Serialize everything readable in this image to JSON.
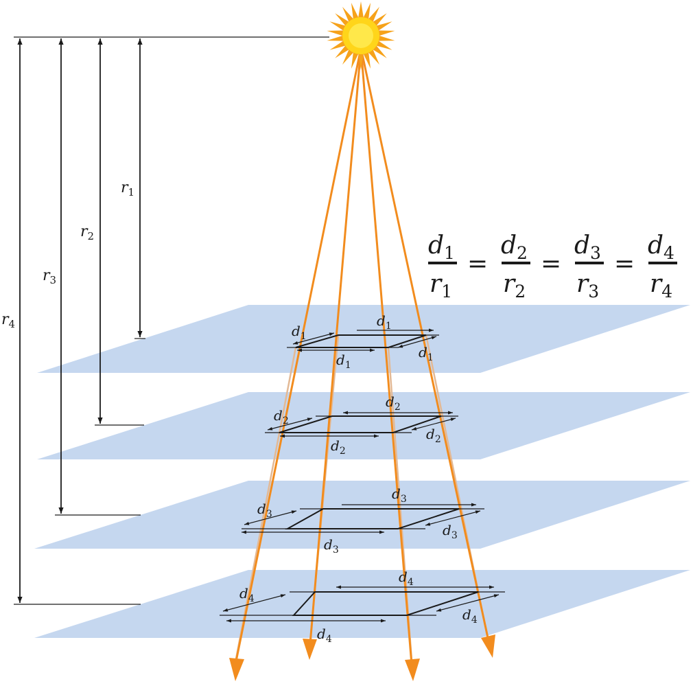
{
  "colors": {
    "plane": "#c5d7ef",
    "ray": "#f28c1e",
    "ray_faded": "#e3b995",
    "sun_outer": "#f6a21a",
    "sun_inner": "#ffe21a",
    "line": "#1a1a1a"
  },
  "icons": {
    "source": "sun-icon"
  },
  "distances": [
    {
      "var": "r",
      "sub": "1"
    },
    {
      "var": "r",
      "sub": "2"
    },
    {
      "var": "r",
      "sub": "3"
    },
    {
      "var": "r",
      "sub": "4"
    }
  ],
  "squares": [
    {
      "var": "d",
      "sub": "1"
    },
    {
      "var": "d",
      "sub": "2"
    },
    {
      "var": "d",
      "sub": "3"
    },
    {
      "var": "d",
      "sub": "4"
    }
  ],
  "equation": {
    "terms": [
      {
        "num": "d",
        "num_sub": "1",
        "den": "r",
        "den_sub": "1"
      },
      {
        "num": "d",
        "num_sub": "2",
        "den": "r",
        "den_sub": "2"
      },
      {
        "num": "d",
        "num_sub": "3",
        "den": "r",
        "den_sub": "3"
      },
      {
        "num": "d",
        "num_sub": "4",
        "den": "r",
        "den_sub": "4"
      }
    ],
    "operator": "="
  }
}
